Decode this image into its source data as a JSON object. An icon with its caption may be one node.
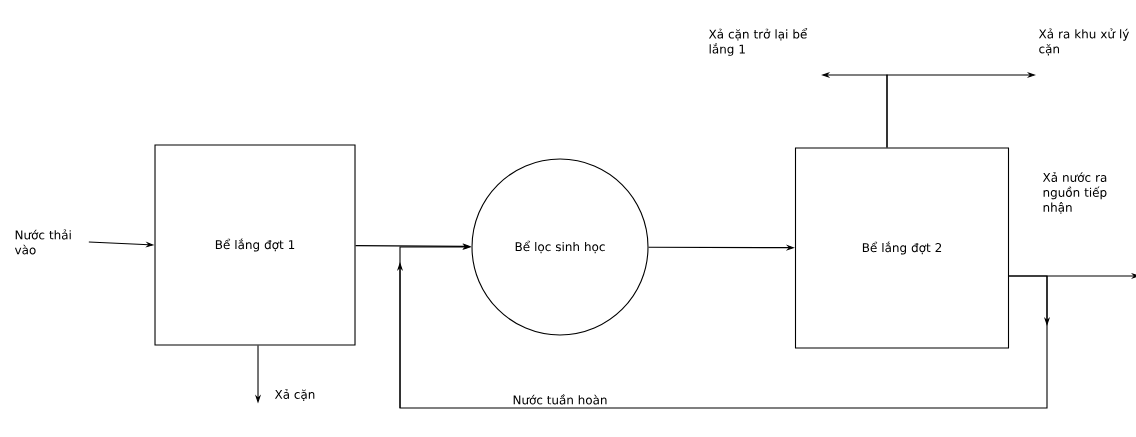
{
  "diagram": {
    "nodes": [
      {
        "text": [
          "Nước thải vào"
        ]
      },
      {
        "text": [
          "Bể lắng đợt 1"
        ]
      },
      {
        "text": [
          "Bể lọc sinh học"
        ]
      },
      {
        "text": [
          "Bể lắng đợt 2"
        ]
      },
      {
        "text": [
          "Xả cặn"
        ]
      },
      {
        "text": [
          "Xả cặn trở lại bể lắng 1"
        ]
      },
      {
        "text": [
          "Xả ra khu xử lý cặn"
        ]
      },
      {
        "text": [
          "Xả nước ra nguồn tiếp nhận"
        ]
      }
    ],
    "edges": [
      {
        "from": 0,
        "to": 1,
        "arrow": "to"
      },
      {
        "from": 1,
        "to": 2,
        "arrow": "to"
      },
      {
        "from": 2,
        "to": 3,
        "arrow": "to"
      },
      {
        "from": 1,
        "to": 4,
        "arrow": "to"
      },
      {
        "from": 3,
        "to": 5,
        "arrow": "to"
      },
      {
        "from": 3,
        "to": 6,
        "arrow": "to"
      },
      {
        "from": 3,
        "to": 7,
        "arrow": "to"
      },
      {
        "from": 3,
        "to": 2,
        "arrow": "to",
        "label": "Nước tuần hoàn"
      }
    ]
  }
}
